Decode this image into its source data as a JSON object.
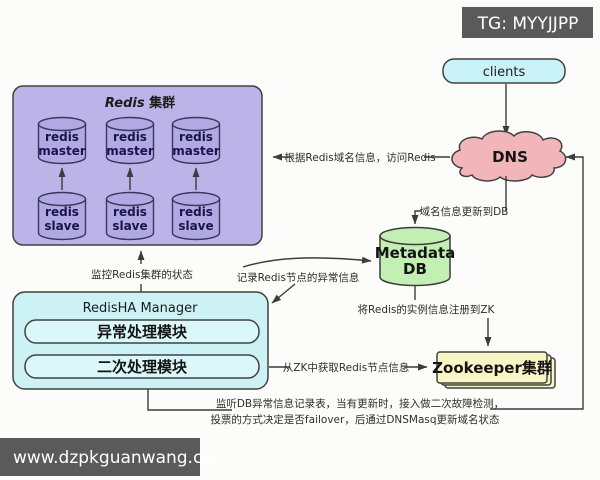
{
  "watermark_top": {
    "label": "TG: MYYJJPP"
  },
  "watermark_bottom": {
    "label": "www.dzpkguanwang.com"
  },
  "clients": {
    "label": "clients"
  },
  "dns": {
    "label": "DNS"
  },
  "metadata_db": {
    "line1": "Metadata",
    "line2": "DB"
  },
  "zookeeper": {
    "label": "Zookeeper集群"
  },
  "redis_cluster": {
    "title_redis": "Redis",
    "title_cn": " 集群",
    "master": {
      "line1": "redis",
      "line2": "master"
    },
    "slave": {
      "line1": "redis",
      "line2": "slave"
    }
  },
  "manager": {
    "title": "RedisHA Manager",
    "module1": "异常处理模块",
    "module2": "二次处理模块"
  },
  "labels": {
    "access_redis": "根据Redis域名信息，访问Redis",
    "update_db": "域名信息更新到DB",
    "monitor": "监控Redis集群的状态",
    "record": "记录Redis节点的异常信息",
    "register_zk": "将Redis的实例信息注册到ZK",
    "fetch_zk": "从ZK中获取Redis节点信息",
    "failover1": "监听DB异常信息记录表，当有更新时，接入做二次故障检测，",
    "failover2": "投票的方式决定是否failover，后通过DNSMasq更新域名状态"
  },
  "colors": {
    "cluster_fill": "#bcb4e8",
    "cylinder_fill": "#b2a8e2",
    "manager_fill": "#cdf2f6",
    "module_fill": "#daf8fa",
    "clients_fill": "#c9f3f7",
    "dns_fill": "#f2b6ba",
    "db_fill": "#c4efb3",
    "zk_fill": "#f8f5c6",
    "banner_bg": "#5a5a5a",
    "stroke": "#3c3c3c"
  }
}
